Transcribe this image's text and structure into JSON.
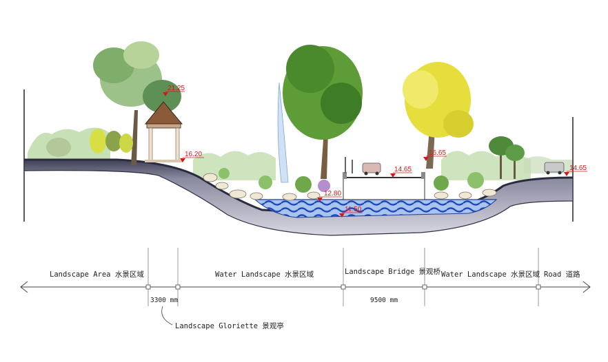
{
  "zones": [
    {
      "id": "landscape-area",
      "label": "Landscape Area 水景区域"
    },
    {
      "id": "water-landscape-left",
      "label": "Water Landscape 水景区域"
    },
    {
      "id": "landscape-bridge",
      "label": "Landscape Bridge 景观桥"
    },
    {
      "id": "water-landscape-right",
      "label": "Water Landscape 水景区域"
    },
    {
      "id": "road",
      "label": "Road  道路"
    }
  ],
  "dimensions": {
    "gloriette_width": "3300 mm",
    "bridge_width": "9500 mm"
  },
  "callout": {
    "gloriette": "Landscape Gloriette 景观亭"
  },
  "elevations": {
    "gloriette_roof": "21.25",
    "gloriette_base": "16.20",
    "water_surface": "12.80",
    "pond_bottom": "11.50",
    "bridge_deck": "14.65",
    "bridge_right": "16.65",
    "road": "14.65"
  },
  "colors": {
    "ground_fill": "#c9c9d6",
    "ground_dark": "#5a5a70",
    "water_blue": "#2a58c8",
    "water_light": "#a9c4f0",
    "foliage_green": "#5f9e3a",
    "foliage_yellow": "#e6de3c",
    "elevation_red": "#d11a1a"
  }
}
